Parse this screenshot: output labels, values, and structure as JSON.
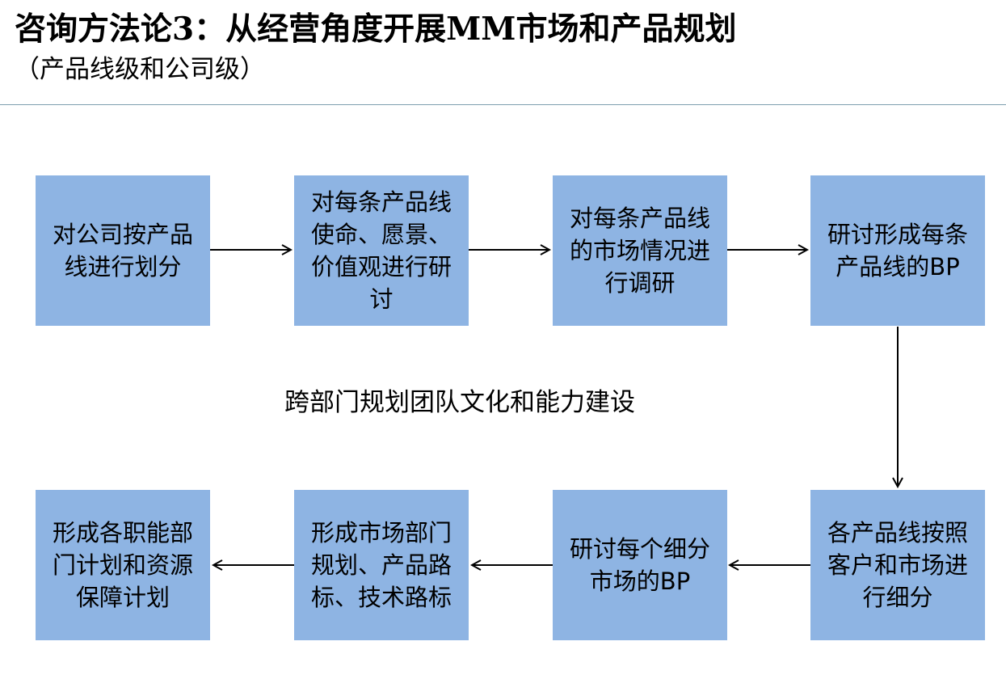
{
  "header": {
    "title": "咨询方法论3：从经营角度开展MM市场和产品规划",
    "subtitle": "（产品线级和公司级）"
  },
  "center_text": "跨部门规划团队文化和能力建设",
  "steps": [
    {
      "label": "对公司按产品线进行划分"
    },
    {
      "label": "对每条产品线使命、愿景、价值观进行研讨"
    },
    {
      "label": "对每条产品线的市场情况进行调研"
    },
    {
      "label": "研讨形成每条产品线的BP"
    },
    {
      "label": "各产品线按照客户和市场进行细分"
    },
    {
      "label": "研讨每个细分市场的BP"
    },
    {
      "label": "形成市场部门规划、产品路标、技术路标"
    },
    {
      "label": "形成各职能部门计划和资源保障计划"
    }
  ],
  "colors": {
    "box_fill": "#8eb4e3",
    "divider": "#7f9fb0",
    "arrow": "#000000"
  }
}
